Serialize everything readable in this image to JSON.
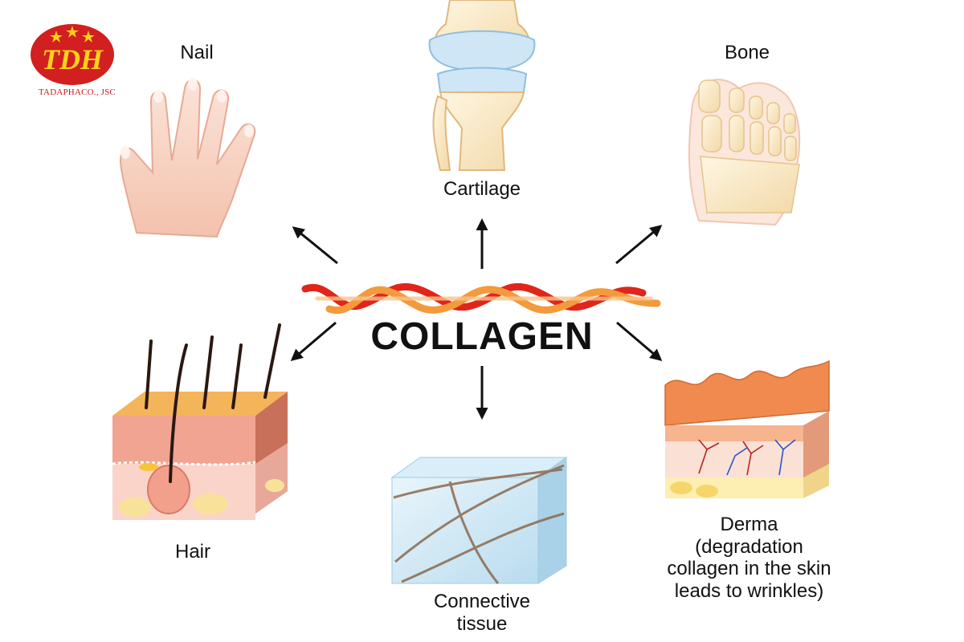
{
  "logo": {
    "mark_text": "TDH",
    "company": "TADAPHACO., JSC",
    "color": "#d21f1f"
  },
  "center": {
    "title": "COLLAGEN"
  },
  "labels": {
    "nail": "Nail",
    "cartilage": "Cartilage",
    "bone": "Bone",
    "hair": "Hair",
    "connective_line1": "Connective",
    "connective_line2": "tissue",
    "derma_line1": "Derma",
    "derma_line2": "(degradation",
    "derma_line3": "collagen in the skin",
    "derma_line4": "leads to wrinkles)"
  },
  "icons": [
    "hand-icon",
    "knee-joint-icon",
    "foot-bones-icon",
    "hair-follicle-icon",
    "connective-tissue-icon",
    "skin-wrinkle-icon",
    "collagen-helix-icon"
  ],
  "colors": {
    "collagen_red": "#e0261b",
    "collagen_orange": "#f39a3c",
    "skin": "#f7c9b9",
    "arrow": "#111111"
  }
}
